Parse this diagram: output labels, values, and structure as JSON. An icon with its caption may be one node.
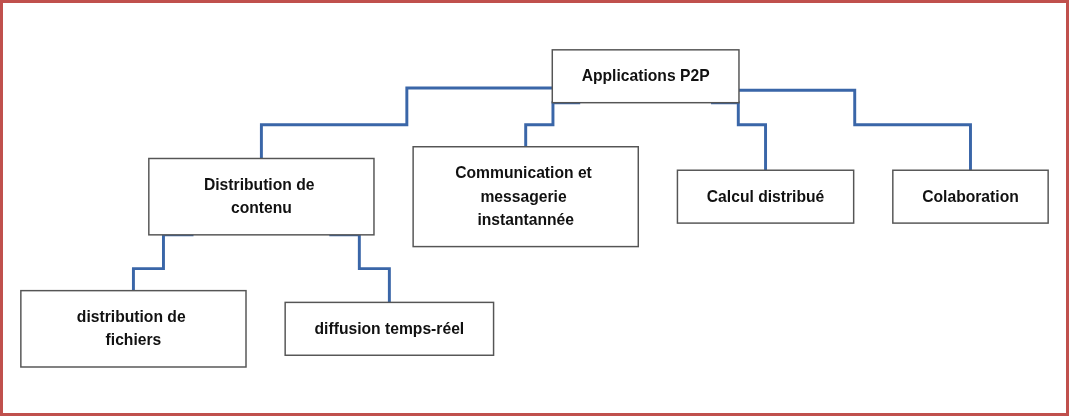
{
  "diagram": {
    "nodes": [
      {
        "text": [
          "Applications P2P"
        ]
      },
      {
        "text": [
          "Distribution de contenu"
        ]
      },
      {
        "text": [
          "Communication et messagerie instantannée"
        ]
      },
      {
        "text": [
          "Calcul distribué"
        ]
      },
      {
        "text": [
          "Colaboration"
        ]
      },
      {
        "text": [
          "distribution de fichiers"
        ]
      },
      {
        "text": [
          "diffusion temps-réel"
        ]
      }
    ],
    "edges": [
      {
        "from": 0,
        "to": 1,
        "arrow": "none"
      },
      {
        "from": 0,
        "to": 2,
        "arrow": "none"
      },
      {
        "from": 0,
        "to": 3,
        "arrow": "none"
      },
      {
        "from": 0,
        "to": 4,
        "arrow": "none"
      },
      {
        "from": 1,
        "to": 5,
        "arrow": "none"
      },
      {
        "from": 1,
        "to": 6,
        "arrow": "none"
      }
    ]
  }
}
